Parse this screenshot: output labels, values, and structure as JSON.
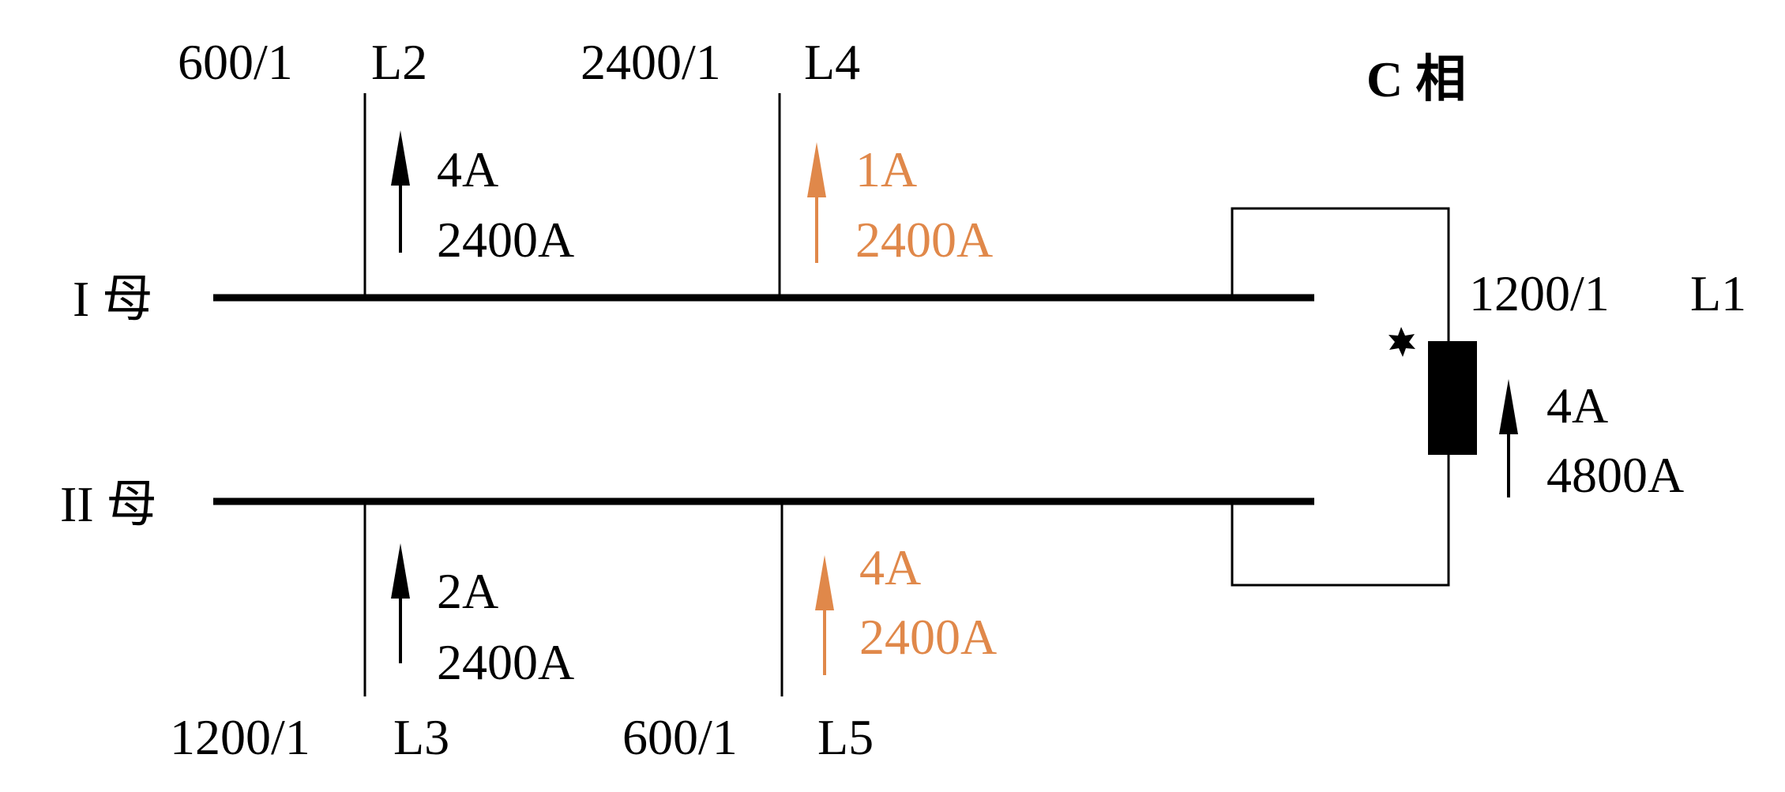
{
  "phase_label": "C 相",
  "buses": {
    "bus1": "I 母",
    "bus2": "II 母"
  },
  "feeders": {
    "L2": {
      "ratio": "600/1",
      "name": "L2",
      "secondary": "4A",
      "primary": "2400A"
    },
    "L4": {
      "ratio": "2400/1",
      "name": "L4",
      "secondary": "1A",
      "primary": "2400A"
    },
    "L3": {
      "ratio": "1200/1",
      "name": "L3",
      "secondary": "2A",
      "primary": "2400A"
    },
    "L5": {
      "ratio": "600/1",
      "name": "L5",
      "secondary": "4A",
      "primary": "2400A"
    },
    "L1": {
      "ratio": "1200/1",
      "name": "L1",
      "secondary": "4A",
      "primary": "4800A"
    }
  },
  "colors": {
    "normal": "#000000",
    "highlight": "#e0884a"
  }
}
